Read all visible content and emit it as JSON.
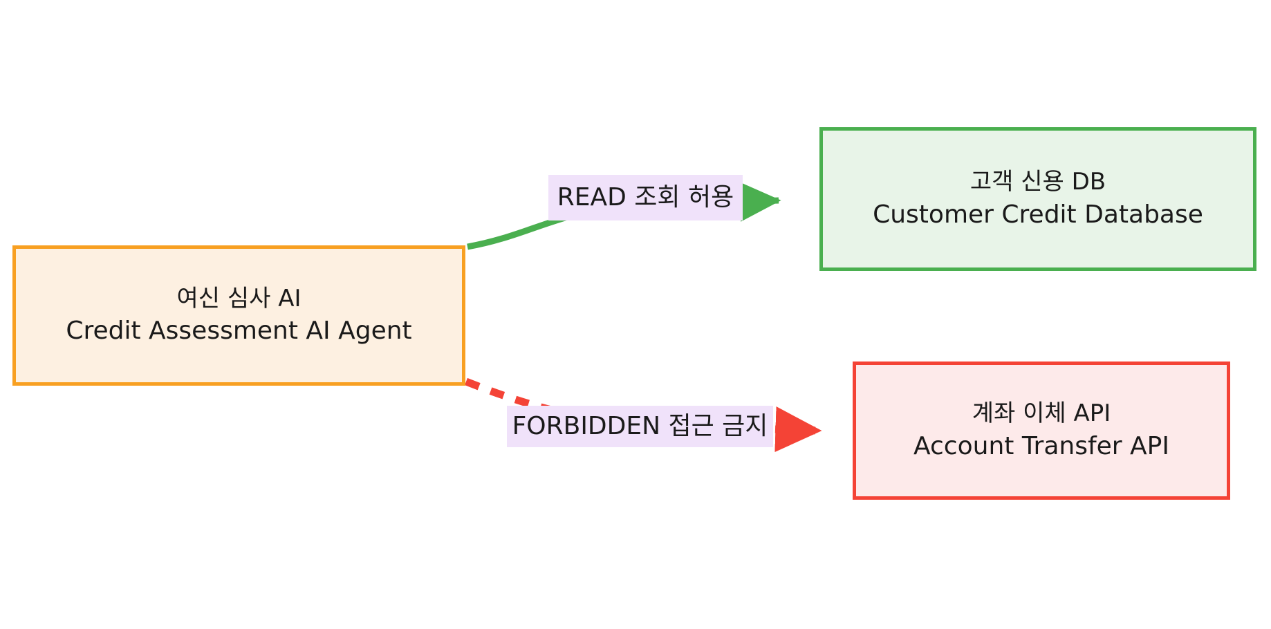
{
  "diagram": {
    "type": "flow-diagram",
    "background_color": "#ffffff",
    "nodes": [
      {
        "id": "agent",
        "name": "credit-assessment-ai-agent",
        "label_ko": "여신 심사 AI",
        "label_en": "Credit Assessment AI Agent",
        "fill_color": "#fdf0e1",
        "border_color": "#f8a022",
        "role": "source"
      },
      {
        "id": "database",
        "name": "customer-credit-database",
        "label_ko": "고객 신용 DB",
        "label_en": "Customer Credit Database",
        "fill_color": "#e8f4e8",
        "border_color": "#4aaf4f",
        "role": "allowed-target"
      },
      {
        "id": "transfer-api",
        "name": "account-transfer-api",
        "label_ko": "계좌 이체 API",
        "label_en": "Account Transfer API",
        "fill_color": "#fdeaea",
        "border_color": "#f44336",
        "role": "forbidden-target"
      }
    ],
    "edges": [
      {
        "id": "edge-read",
        "from": "agent",
        "to": "database",
        "label": "READ 조회 허용",
        "label_background": "#f0e2fa",
        "stroke_color": "#4aaf4f",
        "style": "solid",
        "arrow": "filled-triangle"
      },
      {
        "id": "edge-forbidden",
        "from": "agent",
        "to": "transfer-api",
        "label": "FORBIDDEN 접근 금지",
        "label_background": "#f0e2fa",
        "stroke_color": "#f44336",
        "style": "dashed",
        "arrow": "filled-triangle"
      }
    ]
  }
}
